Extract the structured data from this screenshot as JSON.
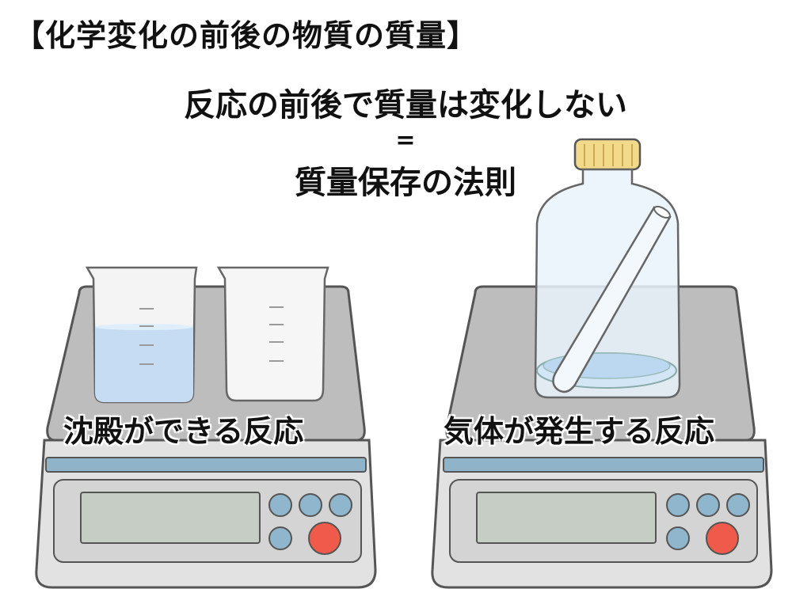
{
  "title": "【化学変化の前後の物質の質量】",
  "subtitle": "反応の前後で質量は変化しない",
  "equals": "=",
  "law": "質量保存の法則",
  "labels": {
    "left": "沈殿ができる反応",
    "right": "気体が発生する反応"
  },
  "colors": {
    "scale_top": "#b9b9b9",
    "scale_body": "#dcdcdc",
    "scale_panel": "#e7e7e7",
    "display": "#c8cfc6",
    "blue_button": "#8fb6cc",
    "red_button": "#f05a4a",
    "rail": "#8fb3c9",
    "liquid": "#b9d6f0",
    "cap": "#f3d98a"
  },
  "icons": [
    "digital-scale-icon",
    "beaker-icon",
    "bottle-icon",
    "test-tube-icon"
  ]
}
